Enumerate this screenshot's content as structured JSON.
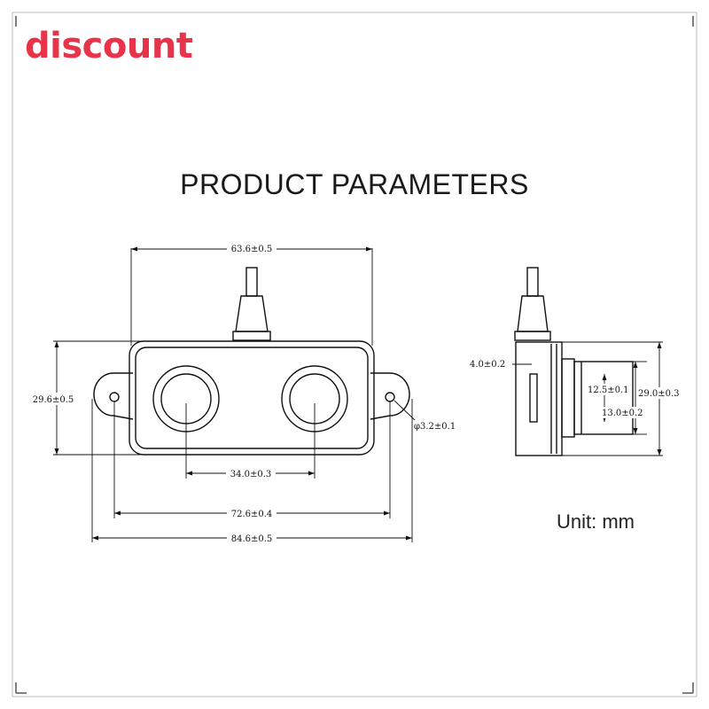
{
  "brand": {
    "text": "discount",
    "color": "#e8344a"
  },
  "heading": "PRODUCT PARAMETERS",
  "unit_note": "Unit: mm",
  "colors": {
    "line": "#111111",
    "frame": "#b9b9b9",
    "corner": "#555555"
  },
  "front_view": {
    "overall_body_width": "63.6±0.5",
    "height": "29.6±0.5",
    "hole_diameter": "φ3.2±0.1",
    "transducer_spacing": "34.0±0.3",
    "mount_hole_spacing": "72.6±0.4",
    "overall_width": "84.6±0.5"
  },
  "side_view": {
    "flange_thickness": "4.0±0.2",
    "inner_height": "12.5±0.1",
    "overall_height": "29.0±0.3",
    "depth": "13.0±0.2"
  }
}
